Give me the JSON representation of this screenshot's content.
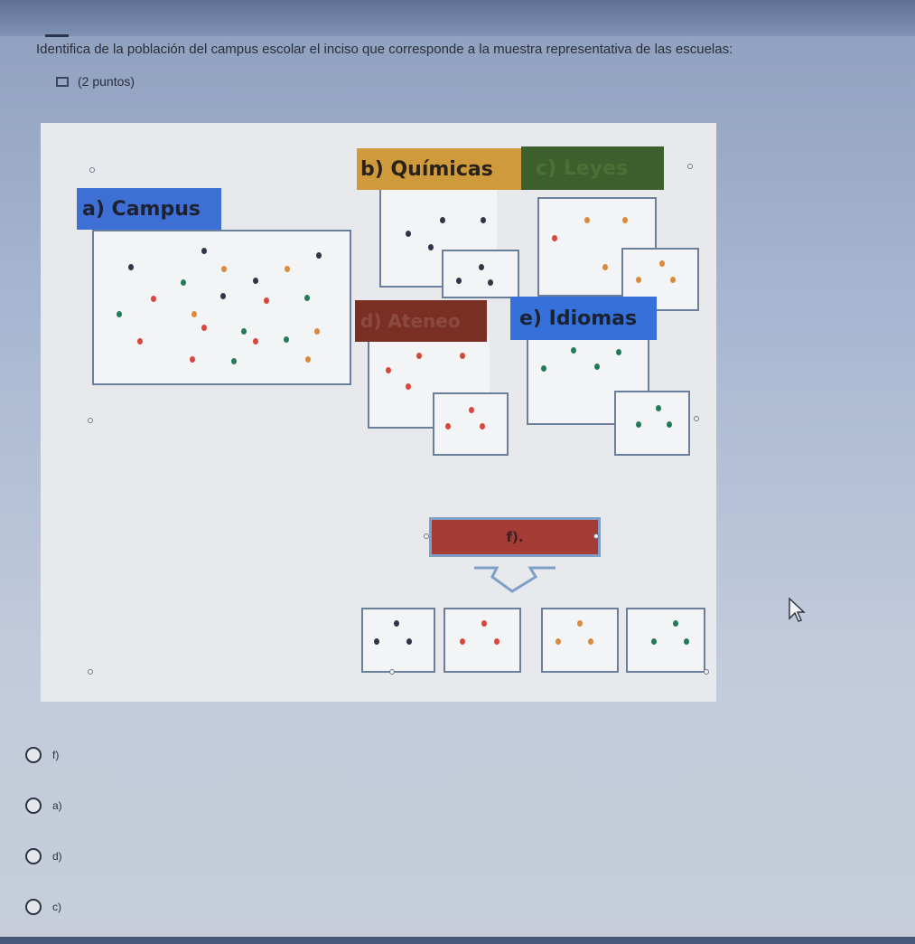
{
  "question": {
    "text": "Identifica de la población del campus escolar el inciso que corresponde a la muestra representativa de las escuelas:",
    "points": "(2 puntos)"
  },
  "figure": {
    "labels": {
      "campus": "a) Campus",
      "quimicas": "b) Químicas",
      "leyes": "c) Leyes",
      "ateneo": "d) Ateneo",
      "idiomas": "e) Idiomas",
      "f": "f)."
    }
  },
  "colors": {
    "navy": "#2f3648",
    "red": "#d9463c",
    "orange": "#d98a3a",
    "green": "#247a5c"
  },
  "options": [
    "f)",
    "a)",
    "d)",
    "c)"
  ]
}
